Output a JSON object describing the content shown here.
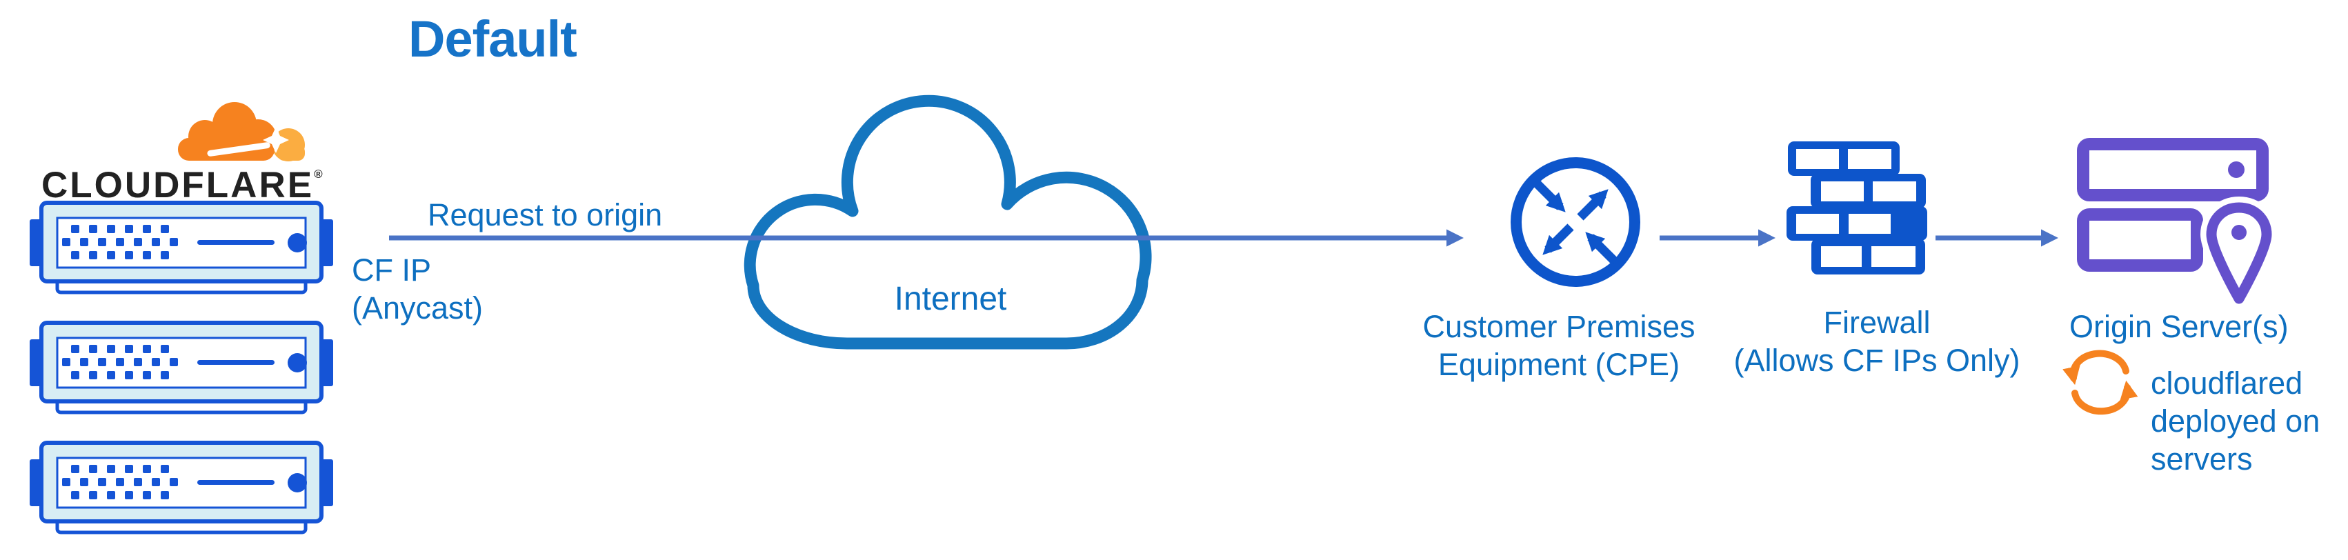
{
  "title": "Default",
  "brand": {
    "wordmark": "CLOUDFLARE",
    "registered": "®"
  },
  "colors": {
    "title-blue": "#1673C8",
    "label-blue": "#0D6FC0",
    "icon-blue": "#0D55CB",
    "server-blue": "#1554D6",
    "server-bezel": "#D8EDF4",
    "cloud-stroke": "#1576BF",
    "arrow-blue": "#4A73C6",
    "purple": "#6450CC",
    "orange": "#F6821F",
    "orange-light": "#FBAD41",
    "wordmark-dark": "#222222"
  },
  "edge_network": {
    "arrow_label": "Request to origin",
    "ip_label_line1": "CF IP",
    "ip_label_line2": "(Anycast)"
  },
  "internet": {
    "label": "Internet"
  },
  "cpe": {
    "label_line1": "Customer Premises",
    "label_line2": "Equipment (CPE)"
  },
  "firewall": {
    "label_line1": "Firewall",
    "label_line2": "(Allows CF IPs Only)"
  },
  "origin": {
    "label": "Origin Server(s)"
  },
  "cloudflared": {
    "label_line1": "cloudflared",
    "label_line2": "deployed on",
    "label_line3": "servers"
  },
  "icons": {
    "cloudflare-logo-icon": "orange cloudflare cloud logo",
    "edge-server-icon": "blue rack server",
    "internet-cloud-icon": "cloud outline",
    "cpe-router-icon": "circle with four diagonal arrows",
    "firewall-icon": "brick wall",
    "origin-server-icon": "purple server stack",
    "location-pin-icon": "map pin",
    "sync-icon": "orange circular refresh arrows",
    "flow-arrow-icon": "right flow arrow"
  }
}
